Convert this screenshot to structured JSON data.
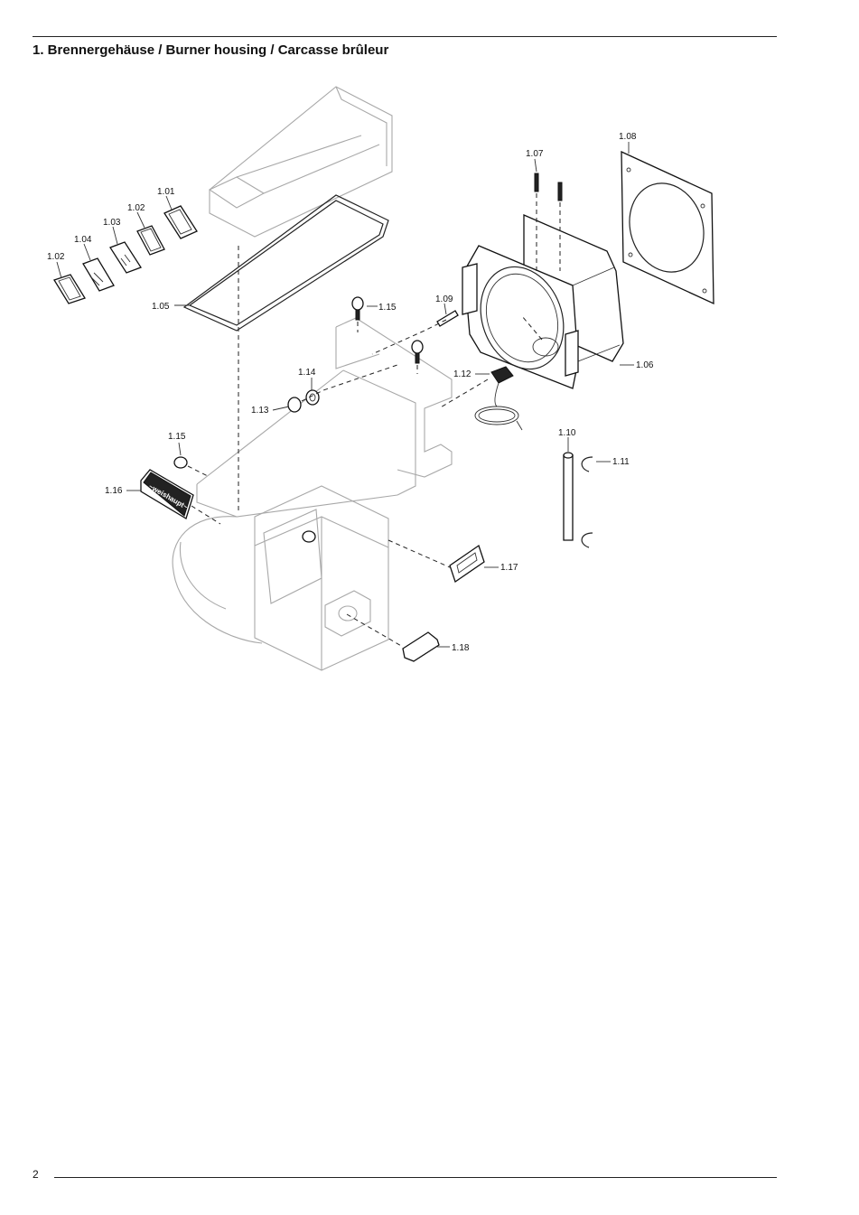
{
  "header": {
    "title": "1. Brennergehäuse / Burner housing / Carcasse brûleur"
  },
  "footer": {
    "page_number": "2"
  },
  "nameplate": {
    "brand_text": "~weishaupt~"
  },
  "parts": [
    {
      "label": "1.01"
    },
    {
      "label": "1.02"
    },
    {
      "label": "1.03"
    },
    {
      "label": "1.04"
    },
    {
      "label": "1.02"
    },
    {
      "label": "1.05"
    },
    {
      "label": "1.06"
    },
    {
      "label": "1.07"
    },
    {
      "label": "1.08"
    },
    {
      "label": "1.09"
    },
    {
      "label": "1.10"
    },
    {
      "label": "1.11"
    },
    {
      "label": "1.12"
    },
    {
      "label": "1.13"
    },
    {
      "label": "1.14"
    },
    {
      "label": "1.15"
    },
    {
      "label": "1.15"
    },
    {
      "label": "1.16"
    },
    {
      "label": "1.17"
    },
    {
      "label": "1.18"
    }
  ]
}
